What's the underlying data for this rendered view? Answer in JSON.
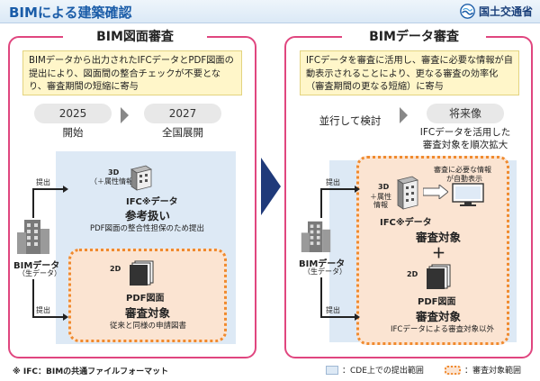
{
  "header": {
    "title": "BIMによる建築確認",
    "ministry_name": "国土交通省",
    "accent_color": "#1a5ca8"
  },
  "left_panel": {
    "title": "BIM図面審査",
    "description": "BIMデータから出力されたIFCデータとPDF図面の提出により、図面間の整合チェックが不要となり、審査期間の短縮に寄与",
    "timeline": {
      "year1": "2025",
      "label1": "開始",
      "year2": "2027",
      "label2": "全国展開"
    },
    "source_label": "BIMデータ",
    "source_sub": "（生データ）",
    "submit_label_top": "提出",
    "submit_label_bottom": "提出",
    "ifc_3d": "3D",
    "ifc_attr": "（＋属性情報）",
    "ifc_name": "IFC※データ",
    "ifc_role": "参考扱い",
    "ifc_note": "PDF図面の整合性担保のため提出",
    "pdf_2d": "2D",
    "pdf_name": "PDF図面",
    "pdf_role": "審査対象",
    "pdf_note": "従来と同様の申請図書"
  },
  "right_panel": {
    "title": "BIMデータ審査",
    "description": "IFCデータを審査に活用し、審査に必要な情報が自動表示されることにより、更なる審査の効率化（審査期間の更なる短縮）に寄与",
    "timeline": {
      "label1": "並行して検討",
      "year2": "将来像",
      "label2a": "IFCデータを活用した",
      "label2b": "審査対象を順次拡大"
    },
    "source_label": "BIMデータ",
    "source_sub": "（生データ）",
    "submit_label_top": "提出",
    "submit_label_bottom": "提出",
    "ifc_3d": "3D",
    "ifc_attr1": "＋属性",
    "ifc_attr2": "情報",
    "ifc_name": "IFC※データ",
    "auto_display": "審査に必要な情報",
    "auto_display2": "が自動表示",
    "ifc_role": "審査対象",
    "plus": "＋",
    "pdf_2d": "2D",
    "pdf_name": "PDF図面",
    "pdf_role": "審査対象",
    "pdf_note": "IFCデータによる審査対象以外"
  },
  "footer": {
    "footnote": "※ IFC：BIMの共通ファイルフォーマット",
    "legend_blue": "：CDE上での提出範囲",
    "legend_orange": "：審査対象範囲"
  }
}
